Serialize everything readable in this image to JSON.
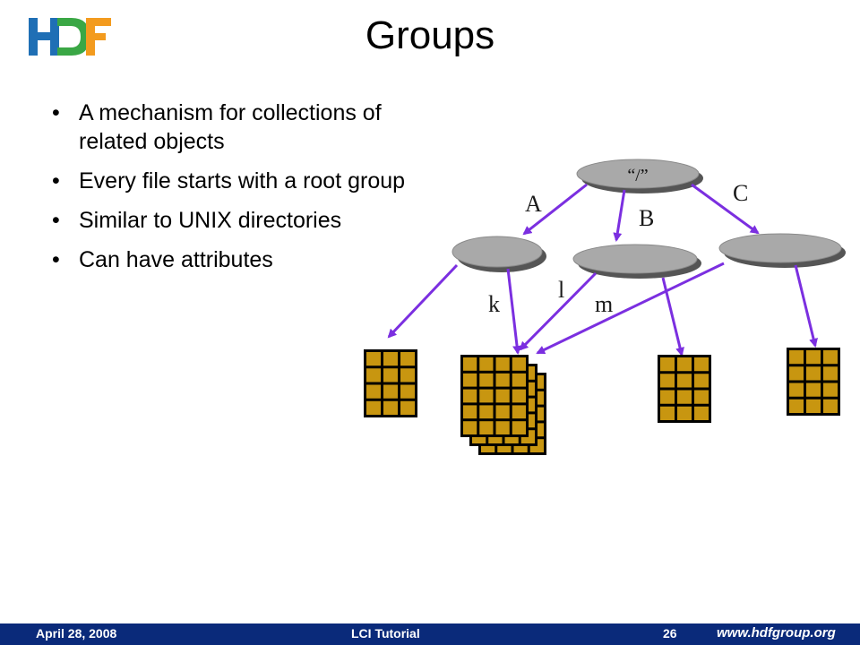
{
  "slide": {
    "title": "Groups",
    "bullets": [
      "A mechanism for collections of related objects",
      "Every file starts with a root group",
      "Similar to UNIX directories",
      "Can have attributes"
    ]
  },
  "diagram": {
    "root_label": "“/”",
    "edge_labels": {
      "a": "A",
      "b": "B",
      "c": "C",
      "k": "k",
      "l": "l",
      "m": "m"
    }
  },
  "footer": {
    "date": "April 28, 2008",
    "course": "LCI Tutorial",
    "page": "26",
    "url": "www.hdfgroup.org"
  },
  "colors": {
    "accent": "#7b2fe0",
    "dataset_fill": "#c89610",
    "footer_bg": "#0a2a7a",
    "logo_blue": "#1f6fb5",
    "logo_green": "#3aa745",
    "logo_orange": "#f39b1e"
  }
}
